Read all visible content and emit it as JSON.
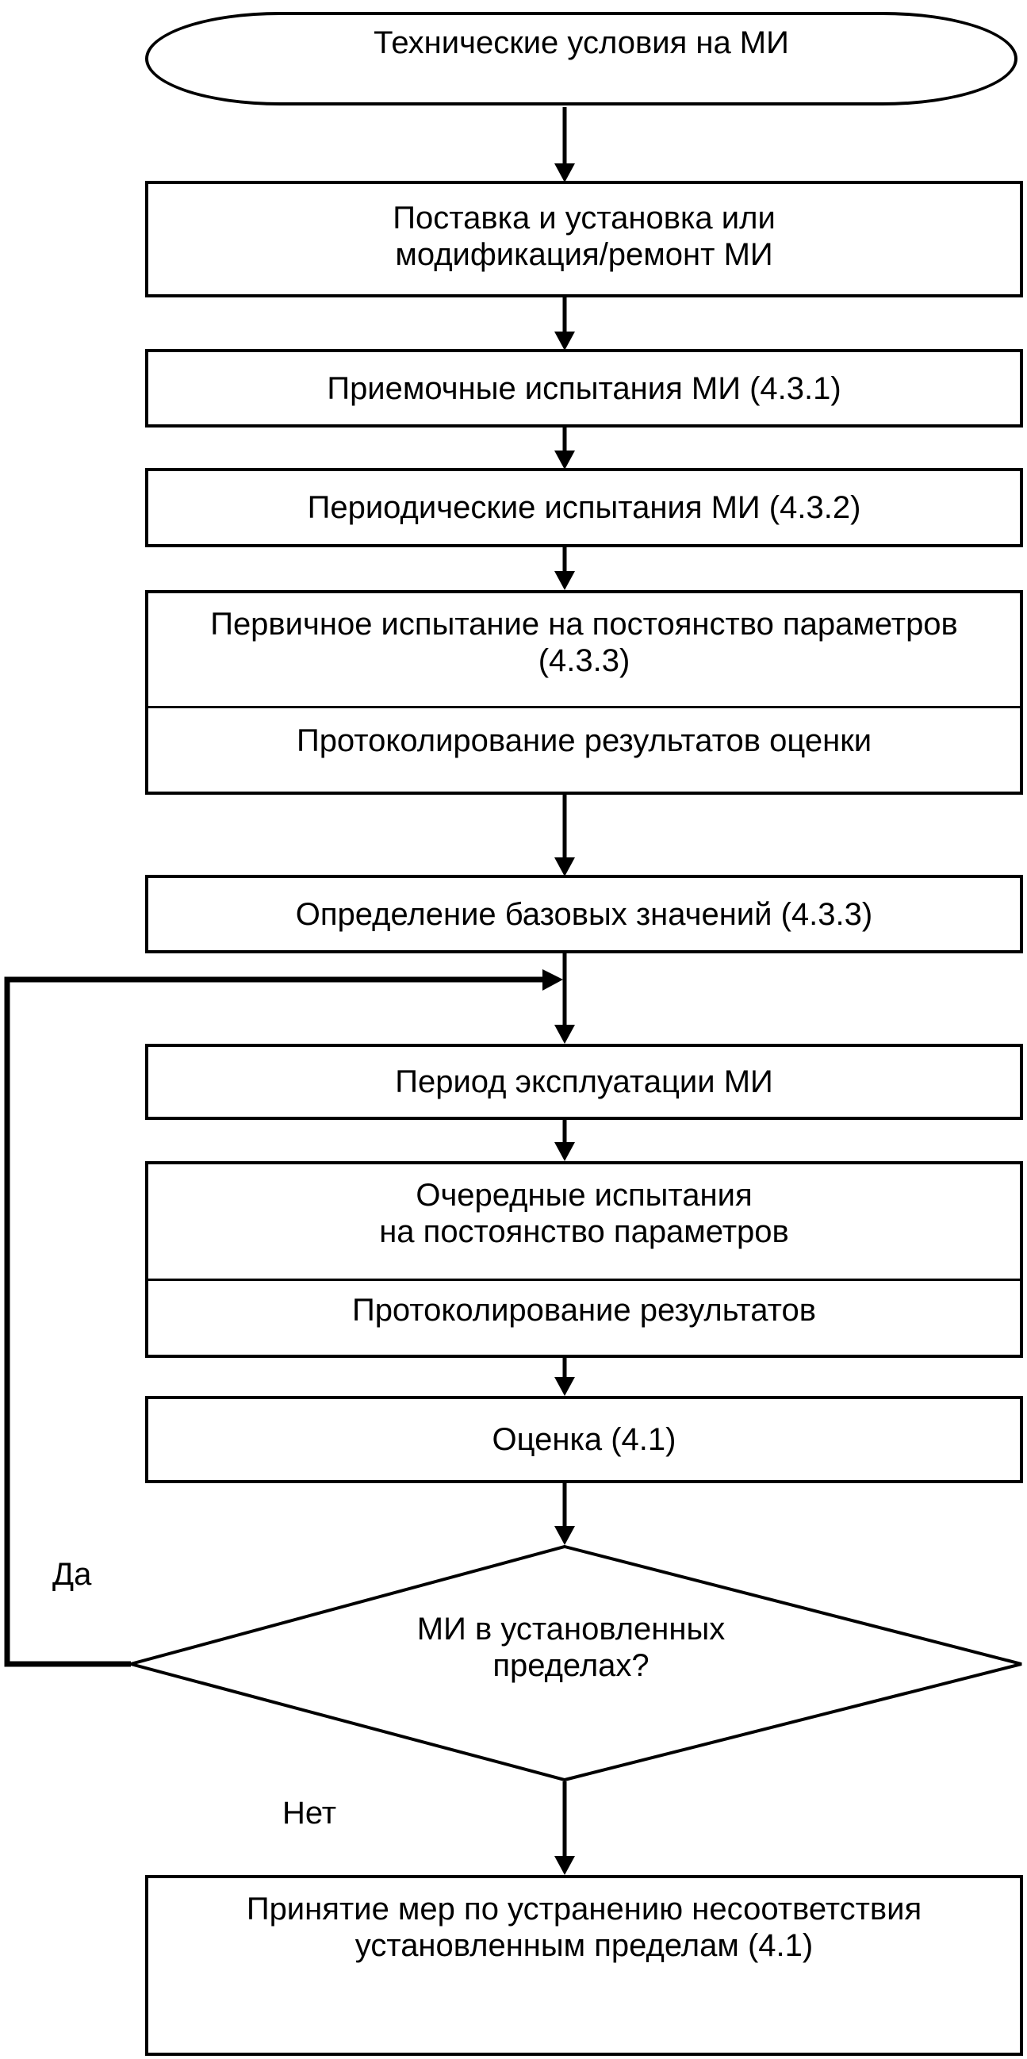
{
  "diagram": {
    "title_domain": "flowchart",
    "colors": {
      "line": "#000000",
      "background": "#ffffff",
      "text": "#000000"
    },
    "nodes": {
      "terminator": {
        "label": "Технические условия на МИ"
      },
      "supply": {
        "line1": "Поставка и установка или",
        "line2": "модификация/ремонт МИ"
      },
      "acceptance": {
        "label": "Приемочные испытания МИ (4.3.1)"
      },
      "periodic": {
        "label": "Периодические испытания МИ (4.3.2)"
      },
      "initial_test": {
        "line1": "Первичное испытание на постоянство параметров",
        "line2": "(4.3.3)",
        "record": "Протоколирование результатов оценки"
      },
      "baseline": {
        "label": "Определение базовых значений (4.3.3)"
      },
      "operation": {
        "label": "Период эксплуатации МИ"
      },
      "regular_test": {
        "line1": "Очередные испытания",
        "line2": "на постоянство параметров",
        "record": "Протоколирование результатов"
      },
      "evaluation": {
        "label": "Оценка (4.1)"
      },
      "decision": {
        "line1": "МИ в установленных",
        "line2": "пределах?"
      },
      "corrective": {
        "line1": "Принятие мер по устранению несоответствия",
        "line2": "установленным пределам (4.1)"
      }
    },
    "edge_labels": {
      "yes": "Да",
      "no": "Нет"
    }
  }
}
